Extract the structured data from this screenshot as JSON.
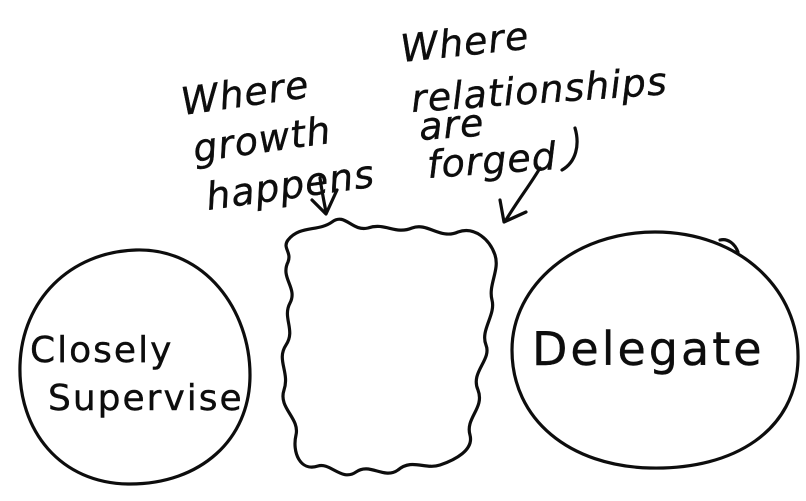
{
  "diagram": {
    "left_circle": {
      "line1": "Closely",
      "line2": "Supervise"
    },
    "right_circle": {
      "label": "Delegate"
    },
    "annotation_growth": {
      "line1": "Where",
      "line2": "growth",
      "line3": "happens"
    },
    "annotation_relationships": {
      "line1": "Where",
      "line2": "relationships",
      "line3": "are",
      "line4": "forged"
    },
    "ink_color": "#0d0d0d",
    "background_color": "#ffffff"
  }
}
